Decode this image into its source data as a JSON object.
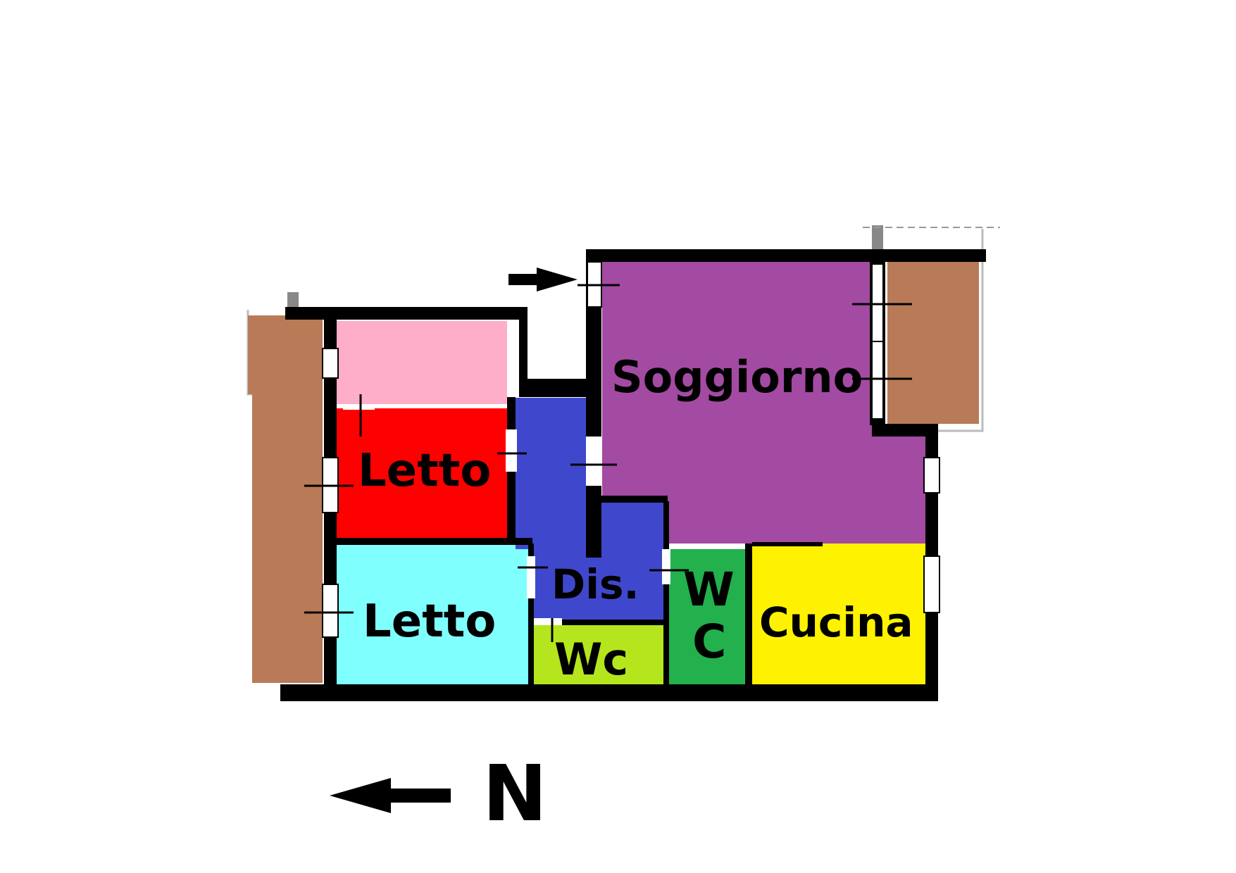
{
  "rooms": {
    "soggiorno": {
      "label": "Soggiorno",
      "color": "#a34aa3"
    },
    "letto1": {
      "label": "Letto",
      "color": "#ff0000"
    },
    "letto2": {
      "label": "Letto",
      "color": "#80ffff"
    },
    "dis": {
      "label": "Dis.",
      "color": "#3f48cc"
    },
    "wc_small": {
      "label": "Wc",
      "color": "#b5e61d"
    },
    "wc_w": "W",
    "wc_c": "C",
    "wc_color": "#22b14c",
    "cucina": {
      "label": "Cucina",
      "color": "#fff200"
    },
    "closet_color": "#ffaec9",
    "balcony_color": "#b97a57"
  },
  "compass": {
    "label": "N"
  }
}
